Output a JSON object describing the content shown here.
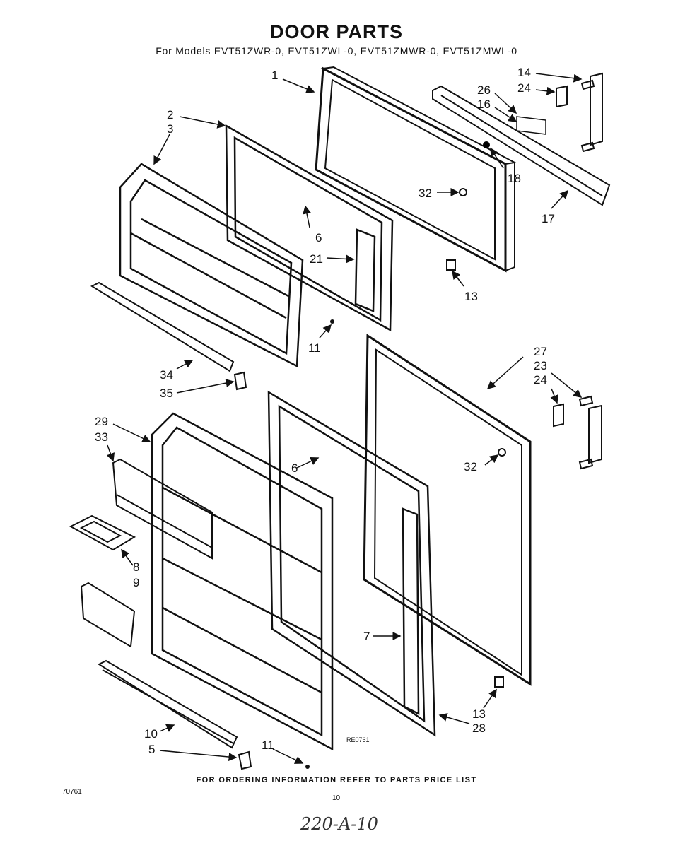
{
  "title": "DOOR PARTS",
  "subtitle": "For Models EVT51ZWR-0, EVT51ZWL-0, EVT51ZMWR-0, EVT51ZMWL-0",
  "footer": "FOR ORDERING INFORMATION REFER TO PARTS PRICE LIST",
  "catalog_code": "70761",
  "page_number": "10",
  "handwritten_note": "220-A-10",
  "drawing_ref": "RE0761",
  "callouts": {
    "c1": "1",
    "c2": "2",
    "c3": "3",
    "c14": "14",
    "c24a": "24",
    "c26": "26",
    "c16": "16",
    "c18": "18",
    "c32a": "32",
    "c17": "17",
    "c6a": "6",
    "c21": "21",
    "c13a": "13",
    "c11a": "11",
    "c34": "34",
    "c35": "35",
    "c27": "27",
    "c23": "23",
    "c24b": "24",
    "c29": "29",
    "c33": "33",
    "c6b": "6",
    "c32b": "32",
    "c8": "8",
    "c9": "9",
    "c7": "7",
    "c13b": "13",
    "c28": "28",
    "c10": "10",
    "c5": "5",
    "c11b": "11"
  }
}
